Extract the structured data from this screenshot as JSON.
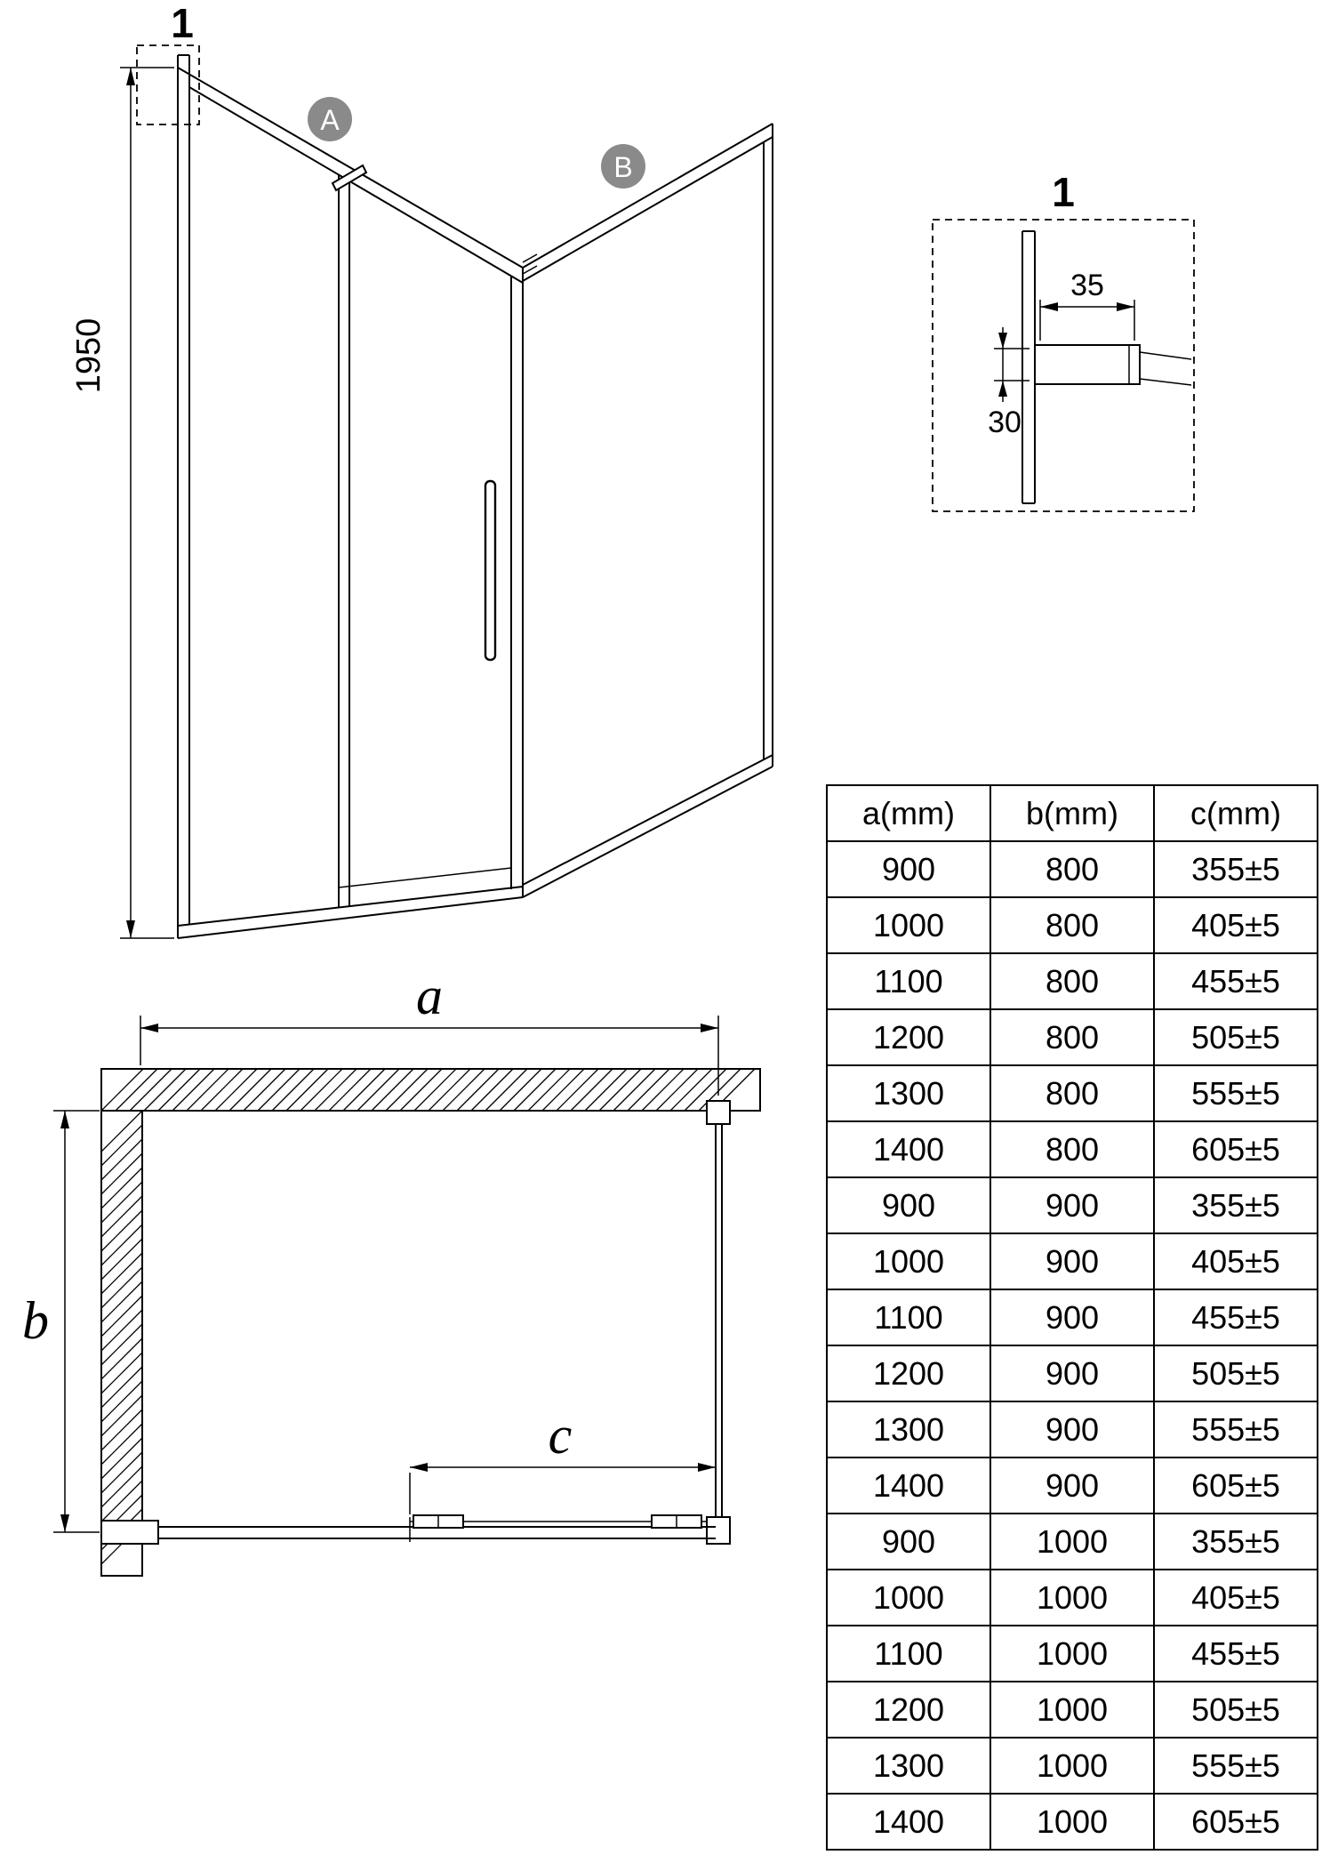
{
  "views": {
    "perspective": {
      "detail_marker": "1",
      "height_label": "1950",
      "door_label": "A",
      "side_panel_label": "B"
    },
    "detail": {
      "title": "1",
      "width_label": "35",
      "depth_label": "30"
    },
    "plan": {
      "width_label": "a",
      "depth_label": "b",
      "opening_label": "c"
    }
  },
  "table": {
    "headers": [
      "a(mm)",
      "b(mm)",
      "c(mm)"
    ],
    "rows": [
      [
        "900",
        "800",
        "355±5"
      ],
      [
        "1000",
        "800",
        "405±5"
      ],
      [
        "1100",
        "800",
        "455±5"
      ],
      [
        "1200",
        "800",
        "505±5"
      ],
      [
        "1300",
        "800",
        "555±5"
      ],
      [
        "1400",
        "800",
        "605±5"
      ],
      [
        "900",
        "900",
        "355±5"
      ],
      [
        "1000",
        "900",
        "405±5"
      ],
      [
        "1100",
        "900",
        "455±5"
      ],
      [
        "1200",
        "900",
        "505±5"
      ],
      [
        "1300",
        "900",
        "555±5"
      ],
      [
        "1400",
        "900",
        "605±5"
      ],
      [
        "900",
        "1000",
        "355±5"
      ],
      [
        "1000",
        "1000",
        "405±5"
      ],
      [
        "1100",
        "1000",
        "455±5"
      ],
      [
        "1200",
        "1000",
        "505±5"
      ],
      [
        "1300",
        "1000",
        "555±5"
      ],
      [
        "1400",
        "1000",
        "605±5"
      ]
    ]
  },
  "colors": {
    "line": "#000000",
    "background": "#ffffff",
    "marker_fill": "#8a8a8a",
    "marker_text": "#ffffff"
  }
}
